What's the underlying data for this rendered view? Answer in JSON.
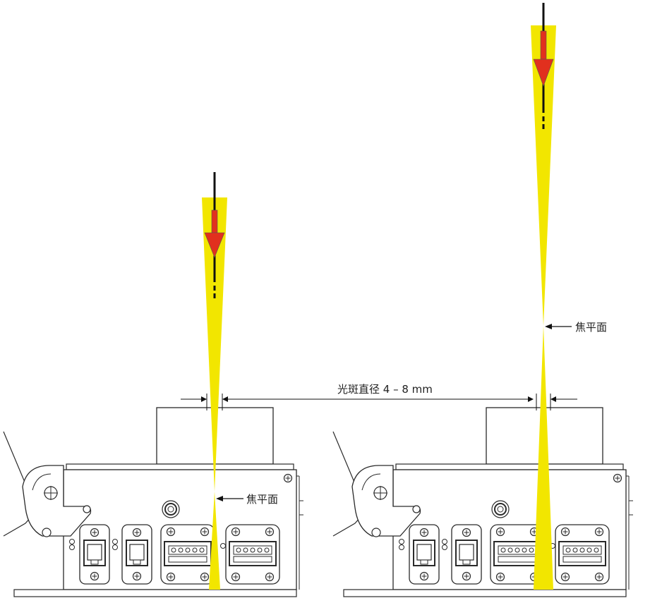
{
  "labels": {
    "focal_plane": "焦平面",
    "spot_diameter": "光斑直径 4 – 8 mm"
  },
  "colors": {
    "beam": "#f2e600",
    "arrow": "#e1301e",
    "line": "#111111",
    "housing_stroke": "#2a2a2a"
  },
  "icons": [
    "laser-direction-arrow",
    "focal-plane-pointer",
    "dimension-arrows"
  ]
}
